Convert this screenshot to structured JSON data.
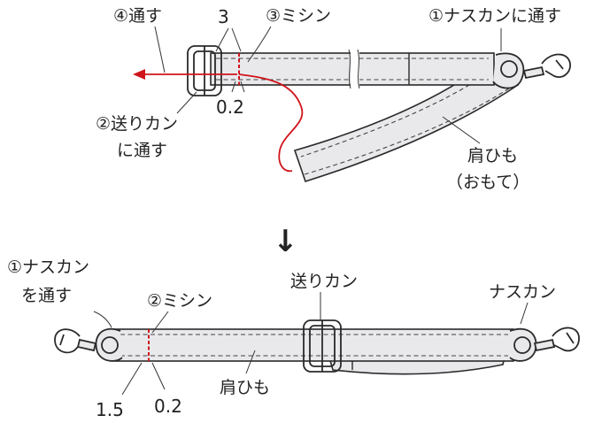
{
  "top": {
    "step4_label": "④通す",
    "dim_3": "3",
    "step3_label": "③ミシン",
    "step1_label": "①ナスカンに通す",
    "dim_02": "0.2",
    "step2_label_line1": "②送りカン",
    "step2_label_line2": "に通す",
    "strap_label_line1": "肩ひも",
    "strap_label_line2": "（おもて）"
  },
  "transition_arrow": "↓",
  "bottom": {
    "step1_label_line1": "①ナスカン",
    "step1_label_line2": "を通す",
    "step2_label": "②ミシン",
    "slider_label": "送りカン",
    "hook_label": "ナスカン",
    "strap_label": "肩ひも",
    "dim_15": "1.5",
    "dim_02": "0.2"
  },
  "colors": {
    "accent_red": "#d0141c",
    "strap_fill": "#e9e9ec",
    "outline": "#2a2a2a"
  }
}
